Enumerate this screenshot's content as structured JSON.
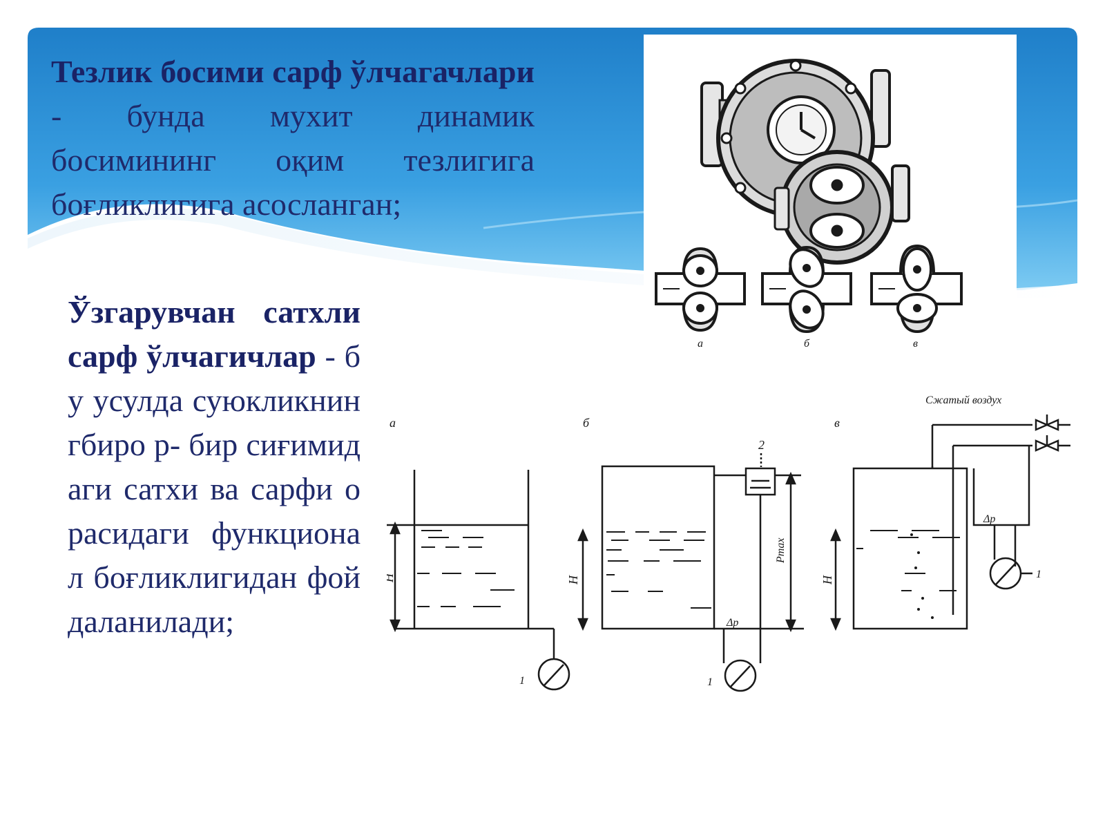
{
  "slide": {
    "colors": {
      "banner_top": "#1f7fc9",
      "banner_bottom": "#6fc3f0",
      "text": "#1f2a6b"
    },
    "paragraph1": {
      "term": "Тезлик босими сарф ўлчагачлари",
      "separator": " - ",
      "body": "бунда мухит динамик босимининг оқим тезлигига боғликлигига асосланган;"
    },
    "paragraph2": {
      "term": "Ўзгарувчан сатхли сарф ўлчагичлар",
      "separator": " - ",
      "body": "бу усулда суюкликнингбиро р- бир сиғимидаги сатхи ва сарфи орасидаги функционал боғликлигидан фойдаланилади;"
    }
  },
  "meter_figure": {
    "labels": [
      "а",
      "б",
      "в"
    ]
  },
  "level_figure": {
    "panel_labels": [
      "а",
      "б",
      "в"
    ],
    "height_label": "H",
    "pressure_label": "Δp",
    "pmax_label": "Pmax",
    "item_numbers": [
      "1",
      "2"
    ],
    "annotation": "Сжатый воздух"
  }
}
